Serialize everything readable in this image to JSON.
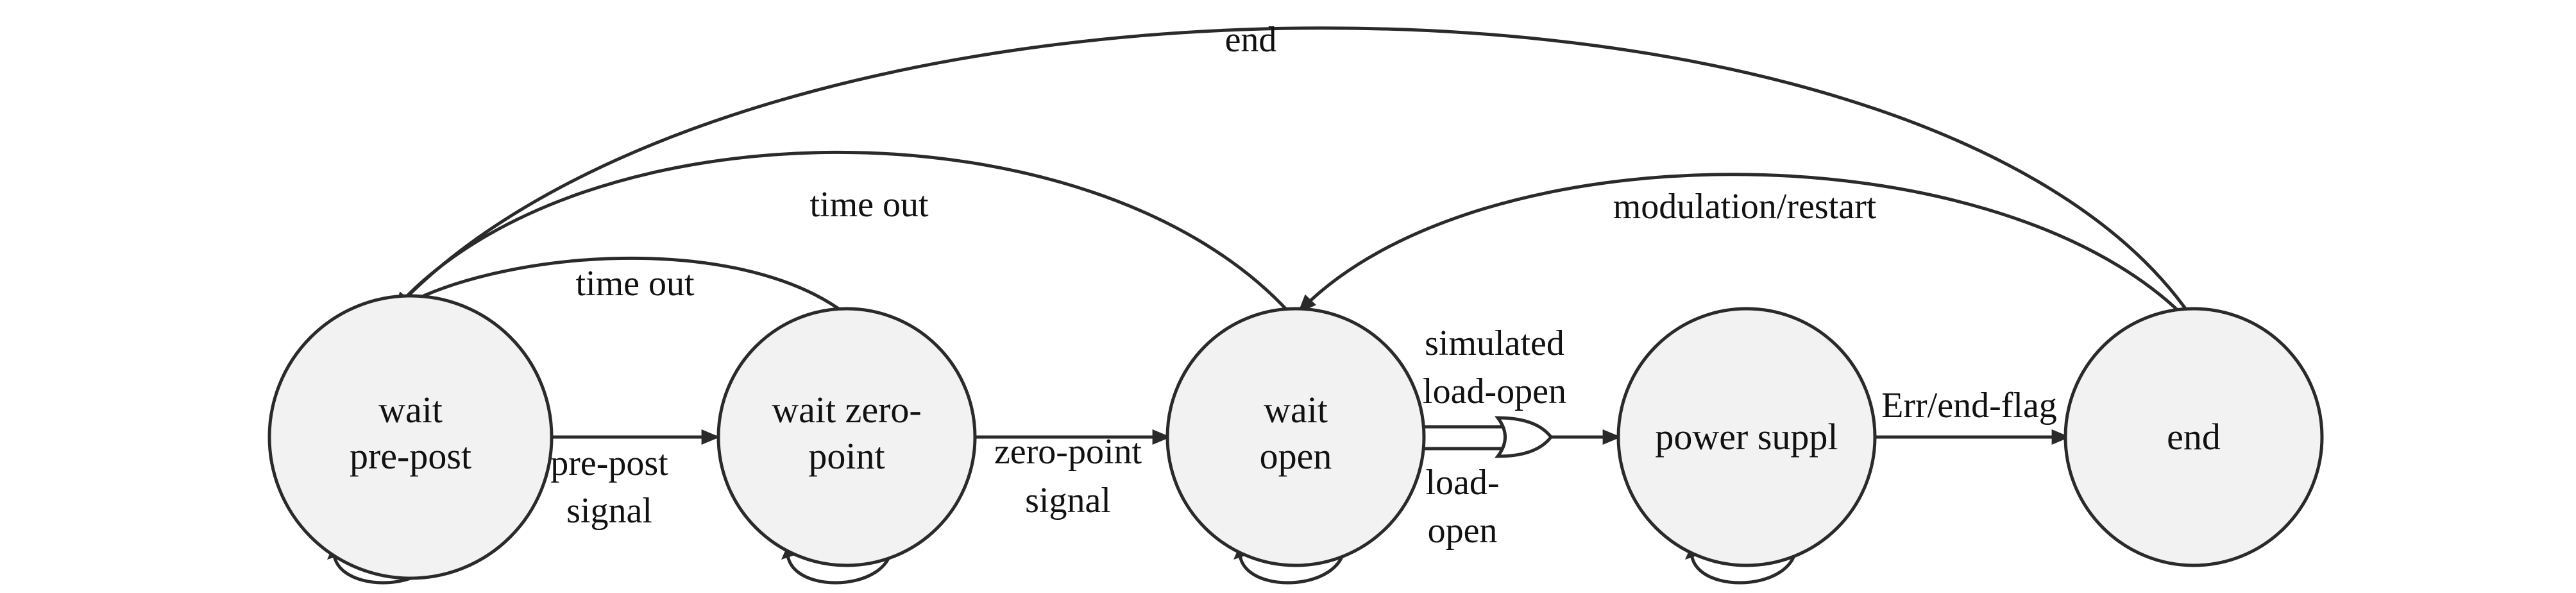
{
  "diagram": {
    "type": "state-machine",
    "colors": {
      "node_fill": "#f2f2f2",
      "stroke": "#2a2a2a",
      "background": "#ffffff"
    },
    "nodes": {
      "wait_pre_post": {
        "line1": "wait",
        "line2": "pre-post"
      },
      "wait_zero_point": {
        "line1": "wait zero-",
        "line2": "point"
      },
      "wait_open": {
        "line1": "wait",
        "line2": "open"
      },
      "power_suppl": {
        "line1": "power suppl"
      },
      "end": {
        "line1": "end"
      }
    },
    "edges": {
      "pre_post_signal": {
        "line1": "pre-post",
        "line2": "signal"
      },
      "zero_point_signal": {
        "line1": "zero-point",
        "line2": "signal"
      },
      "simulated_load_open": {
        "line1": "simulated",
        "line2": "load-open"
      },
      "load_open": {
        "line1": "load-",
        "line2": "open"
      },
      "err_end_flag": {
        "line1": "Err/end-flag"
      },
      "time_out_zero": {
        "line1": "time out"
      },
      "time_out_open": {
        "line1": "time out"
      },
      "modulation_restart": {
        "line1": "modulation/restart"
      },
      "end_return": {
        "line1": "end"
      }
    },
    "gate": {
      "type": "or-gate"
    }
  }
}
